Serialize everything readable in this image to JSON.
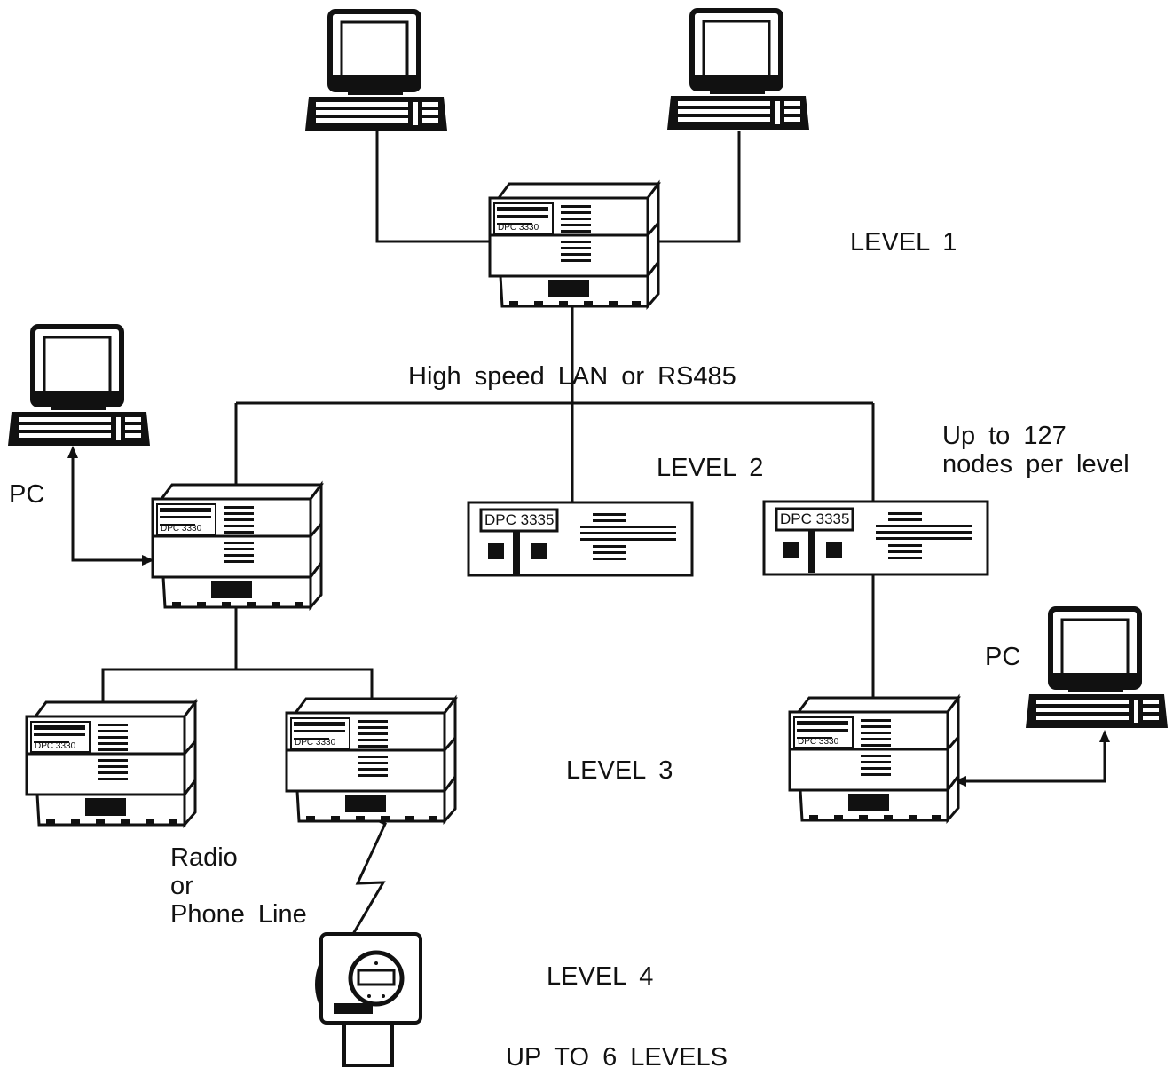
{
  "labels": {
    "level1": "LEVEL 1",
    "bus": "High speed LAN or RS485",
    "level2": "LEVEL 2",
    "nodes_line1": "Up to 127",
    "nodes_line2": "nodes per level",
    "pc_left": "PC",
    "pc_right": "PC",
    "level3": "LEVEL 3",
    "radio_line1": "Radio",
    "radio_line2": "or",
    "radio_line3": "Phone Line",
    "level4": "LEVEL 4",
    "up_to": "UP TO 6 LEVELS"
  },
  "devices": {
    "dpc3335_label": "DPC 3335",
    "dpc3330_label": "DPC 3330"
  },
  "icons": [
    "computer-icon",
    "controller-icon",
    "dpc3335-icon",
    "field-instrument-icon"
  ],
  "colors": {
    "ink": "#111111",
    "background": "#ffffff"
  }
}
